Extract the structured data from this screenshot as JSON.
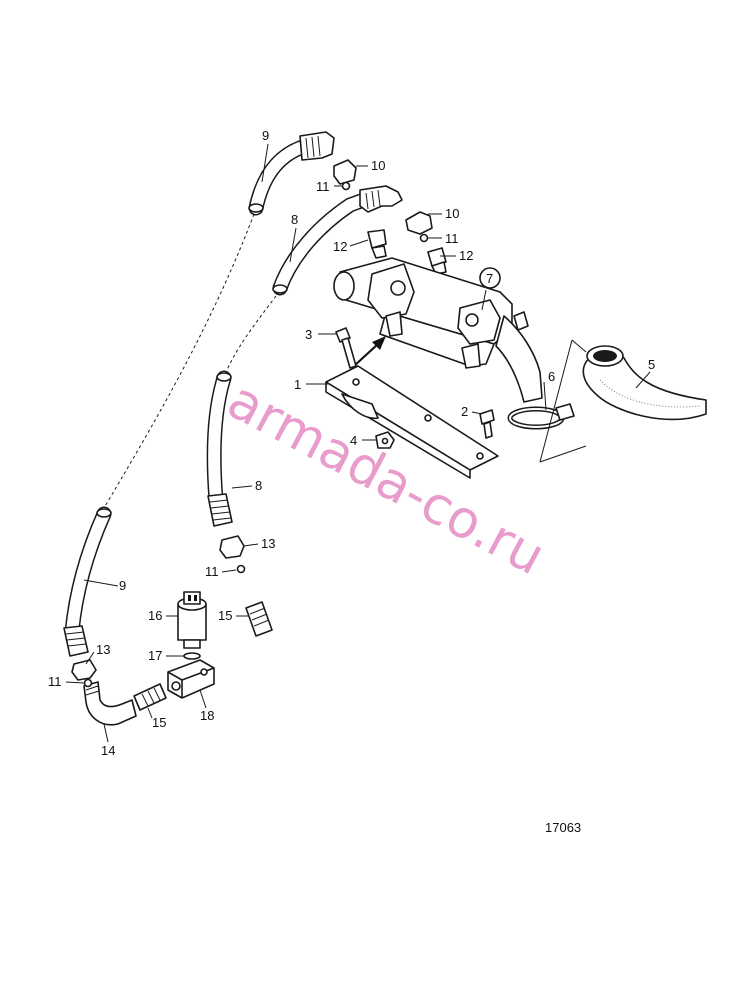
{
  "watermark": "armada-co.ru",
  "drawing_number": "17063",
  "callouts": {
    "c1": "1",
    "c2": "2",
    "c3": "3",
    "c4": "4",
    "c5": "5",
    "c6": "6",
    "c7": "7",
    "c8a": "8",
    "c8b": "8",
    "c9a": "9",
    "c9b": "9",
    "c10a": "10",
    "c10b": "10",
    "c11a": "11",
    "c11b": "11",
    "c11c": "11",
    "c11d": "11",
    "c12a": "12",
    "c12b": "12",
    "c13a": "13",
    "c13b": "13",
    "c14": "14",
    "c15a": "15",
    "c15b": "15",
    "c16": "16",
    "c17": "17",
    "c18": "18"
  }
}
